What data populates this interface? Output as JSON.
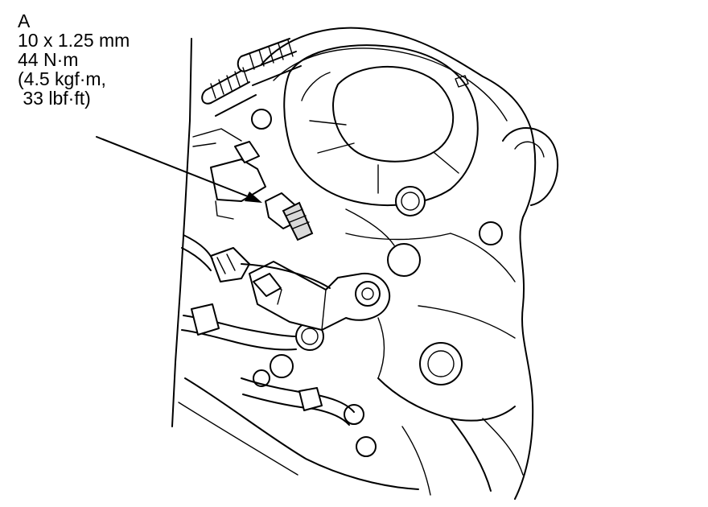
{
  "callout": {
    "letter": "A",
    "bolt_size": "10 x 1.25 mm",
    "torque_nm": "44 N·m",
    "torque_kgf": "(4.5 kgf·m,",
    "torque_lbf": " 33 lbf·ft)"
  }
}
